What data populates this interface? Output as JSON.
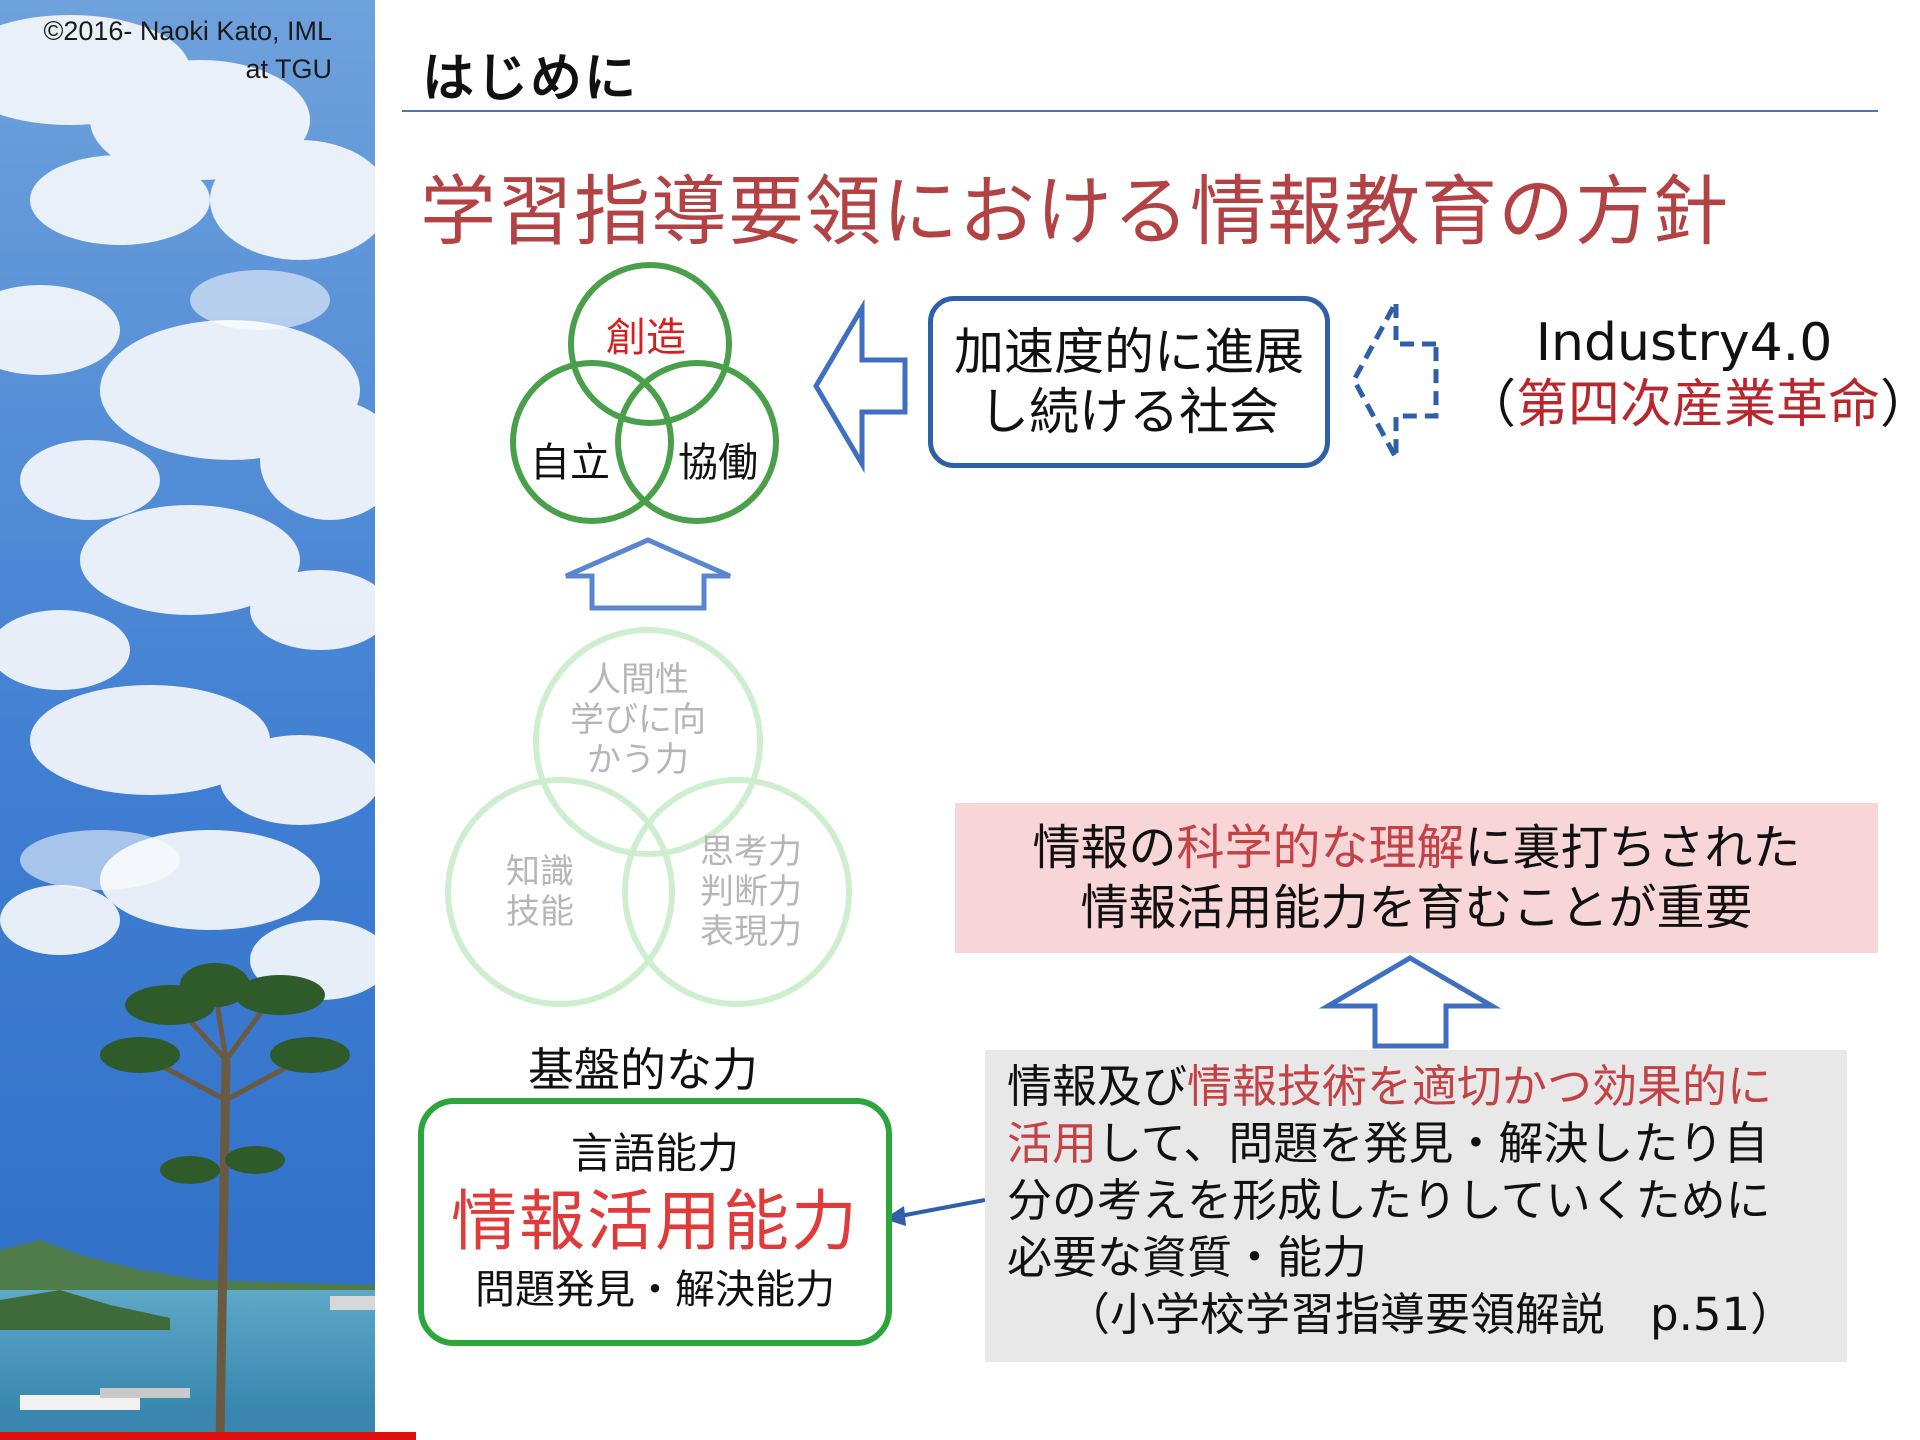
{
  "credit": {
    "line1": "©2016- Naoki Kato, IML",
    "line2": "at TGU"
  },
  "heading": "はじめに",
  "title": "学習指導要領における情報教育の方針",
  "venn_top": {
    "top": "創造",
    "left": "自立",
    "right": "協働"
  },
  "venn_faded": {
    "top": [
      "人間性",
      "学びに向",
      "かう力"
    ],
    "left": [
      "知識",
      "技能"
    ],
    "right": [
      "思考力",
      "判断力",
      "表現力"
    ]
  },
  "society_box": {
    "line1": "加速度的に進展",
    "line2": "し続ける社会"
  },
  "industry": {
    "line1": "Industry4.0",
    "open": "（",
    "red": "第四次産業革命",
    "close": "）"
  },
  "important_box": {
    "l1_a": "情報の",
    "l1_red": "科学的な理解",
    "l1_b": "に裏打ちされた",
    "line2": "情報活用能力を育むことが重要"
  },
  "definition_box": {
    "l1_a": "情報及び",
    "l1_red": "情報技術を適切かつ効果的に",
    "l2_red": "活用",
    "l2_b": "して、問題を発見・解決したり自",
    "line3": "分の考えを形成したりしていくために",
    "line4": "必要な資質・能力",
    "citation": "（小学校学習指導要領解説　p.51）"
  },
  "base_title": "基盤的な力",
  "abilities_box": {
    "line1": "言語能力",
    "line2": "情報活用能力",
    "line3": "問題発見・解決能力"
  },
  "colors": {
    "title_red": "#b24244",
    "green": "#4aa04a",
    "faded_green": "#cfeecf",
    "blue": "#2f5fa8",
    "pink": "#f8d6d8",
    "gray": "#e8e8e8"
  }
}
